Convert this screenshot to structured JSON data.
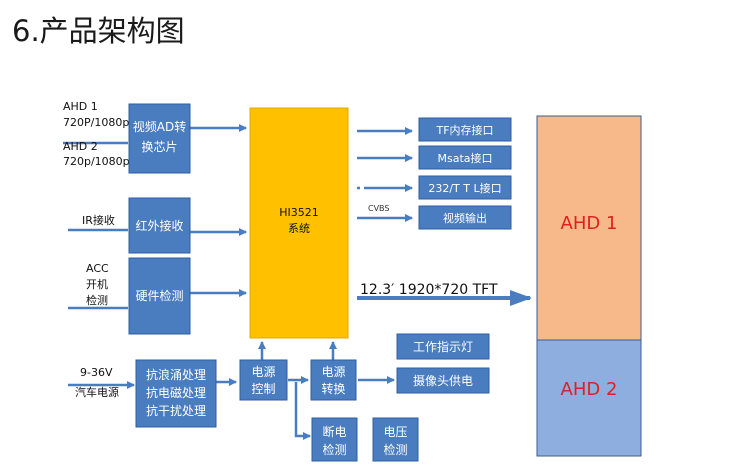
{
  "title": "6.产品架构图",
  "inputs": {
    "ahd1_line1": "AHD 1",
    "ahd1_line2": "720P/1080p",
    "ahd2_line1": "AHD 2",
    "ahd2_line2": "720p/1080p",
    "ir": "IR接收",
    "acc_line1": "ACC",
    "acc_line2": "开机",
    "acc_line3": "检测",
    "power_line1": "9-36V",
    "power_line2": "汽车电源"
  },
  "blocks": {
    "ad_chip_line1": "视频AD转",
    "ad_chip_line2": "换芯片",
    "infrared": "红外接收",
    "hw_detect": "硬件检测",
    "protect_line1": "抗浪涌处理",
    "protect_line2": "抗电磁处理",
    "protect_line3": "抗干扰处理",
    "power_ctrl_line1": "电源",
    "power_ctrl_line2": "控制",
    "power_conv_line1": "电源",
    "power_conv_line2": "转换",
    "poweroff_line1": "断电",
    "poweroff_line2": "检测",
    "voltage_line1": "电压",
    "voltage_line2": "检测",
    "indicator": "工作指示灯",
    "camera_power": "摄像头供电"
  },
  "soc": {
    "line1": "HI3521",
    "line2": "系统"
  },
  "outputs": {
    "tf": "TF内存接口",
    "msata": "Msata接口",
    "uart": "232/T T L接口",
    "cvbs_label": "CVBS",
    "video_out": "视频输出"
  },
  "display": {
    "tft_label": "12.3′ 1920*720 TFT",
    "top_label": "AHD 1",
    "bottom_label": "AHD 2"
  },
  "colors": {
    "block_blue": "#4a7cc0",
    "soc_yellow": "#ffc000",
    "display_top": "#f8b98a",
    "display_bottom": "#8eaee0",
    "display_text": "#e02020"
  }
}
